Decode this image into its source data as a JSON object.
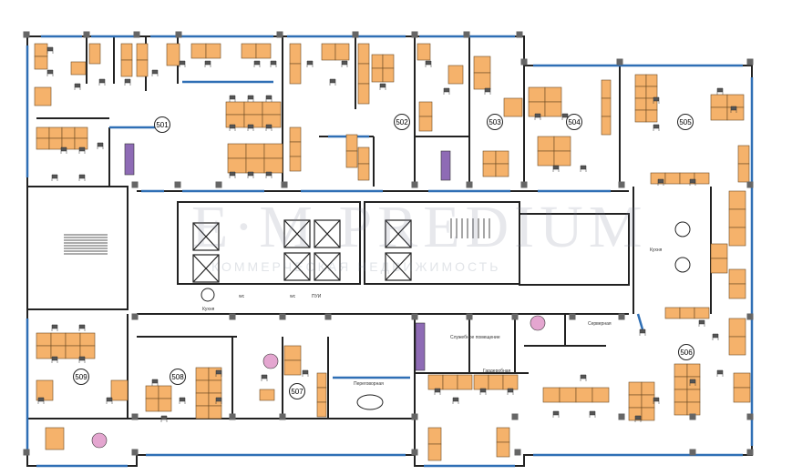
{
  "rooms": [
    {
      "id": "501",
      "label": "501"
    },
    {
      "id": "502",
      "label": "502"
    },
    {
      "id": "503",
      "label": "503"
    },
    {
      "id": "504",
      "label": "504"
    },
    {
      "id": "505",
      "label": "505"
    },
    {
      "id": "506",
      "label": "506"
    },
    {
      "id": "507",
      "label": "507"
    },
    {
      "id": "508",
      "label": "508"
    },
    {
      "id": "509",
      "label": "509"
    }
  ],
  "labels": {
    "kitchen_right": "Кухня",
    "kitchen_left": "Кухня",
    "service_room": "Служебное помещение",
    "wardrobe": "Гардеробная",
    "server": "Серверная",
    "meeting": "Переговорная",
    "wc": "wc",
    "pui": "ПУИ"
  },
  "watermark": {
    "main": "E·M PREDIUM",
    "sub": "КОММЕРЧЕСКАЯ НЕДВИЖИМОСТЬ"
  },
  "colors": {
    "desk": "#f5b26b",
    "desk_stroke": "#6b4a22",
    "wall": "#222222",
    "window": "#2f6fb5",
    "column": "#666666",
    "purple": "#8e6bb5",
    "pink": "#e4a6d0"
  }
}
